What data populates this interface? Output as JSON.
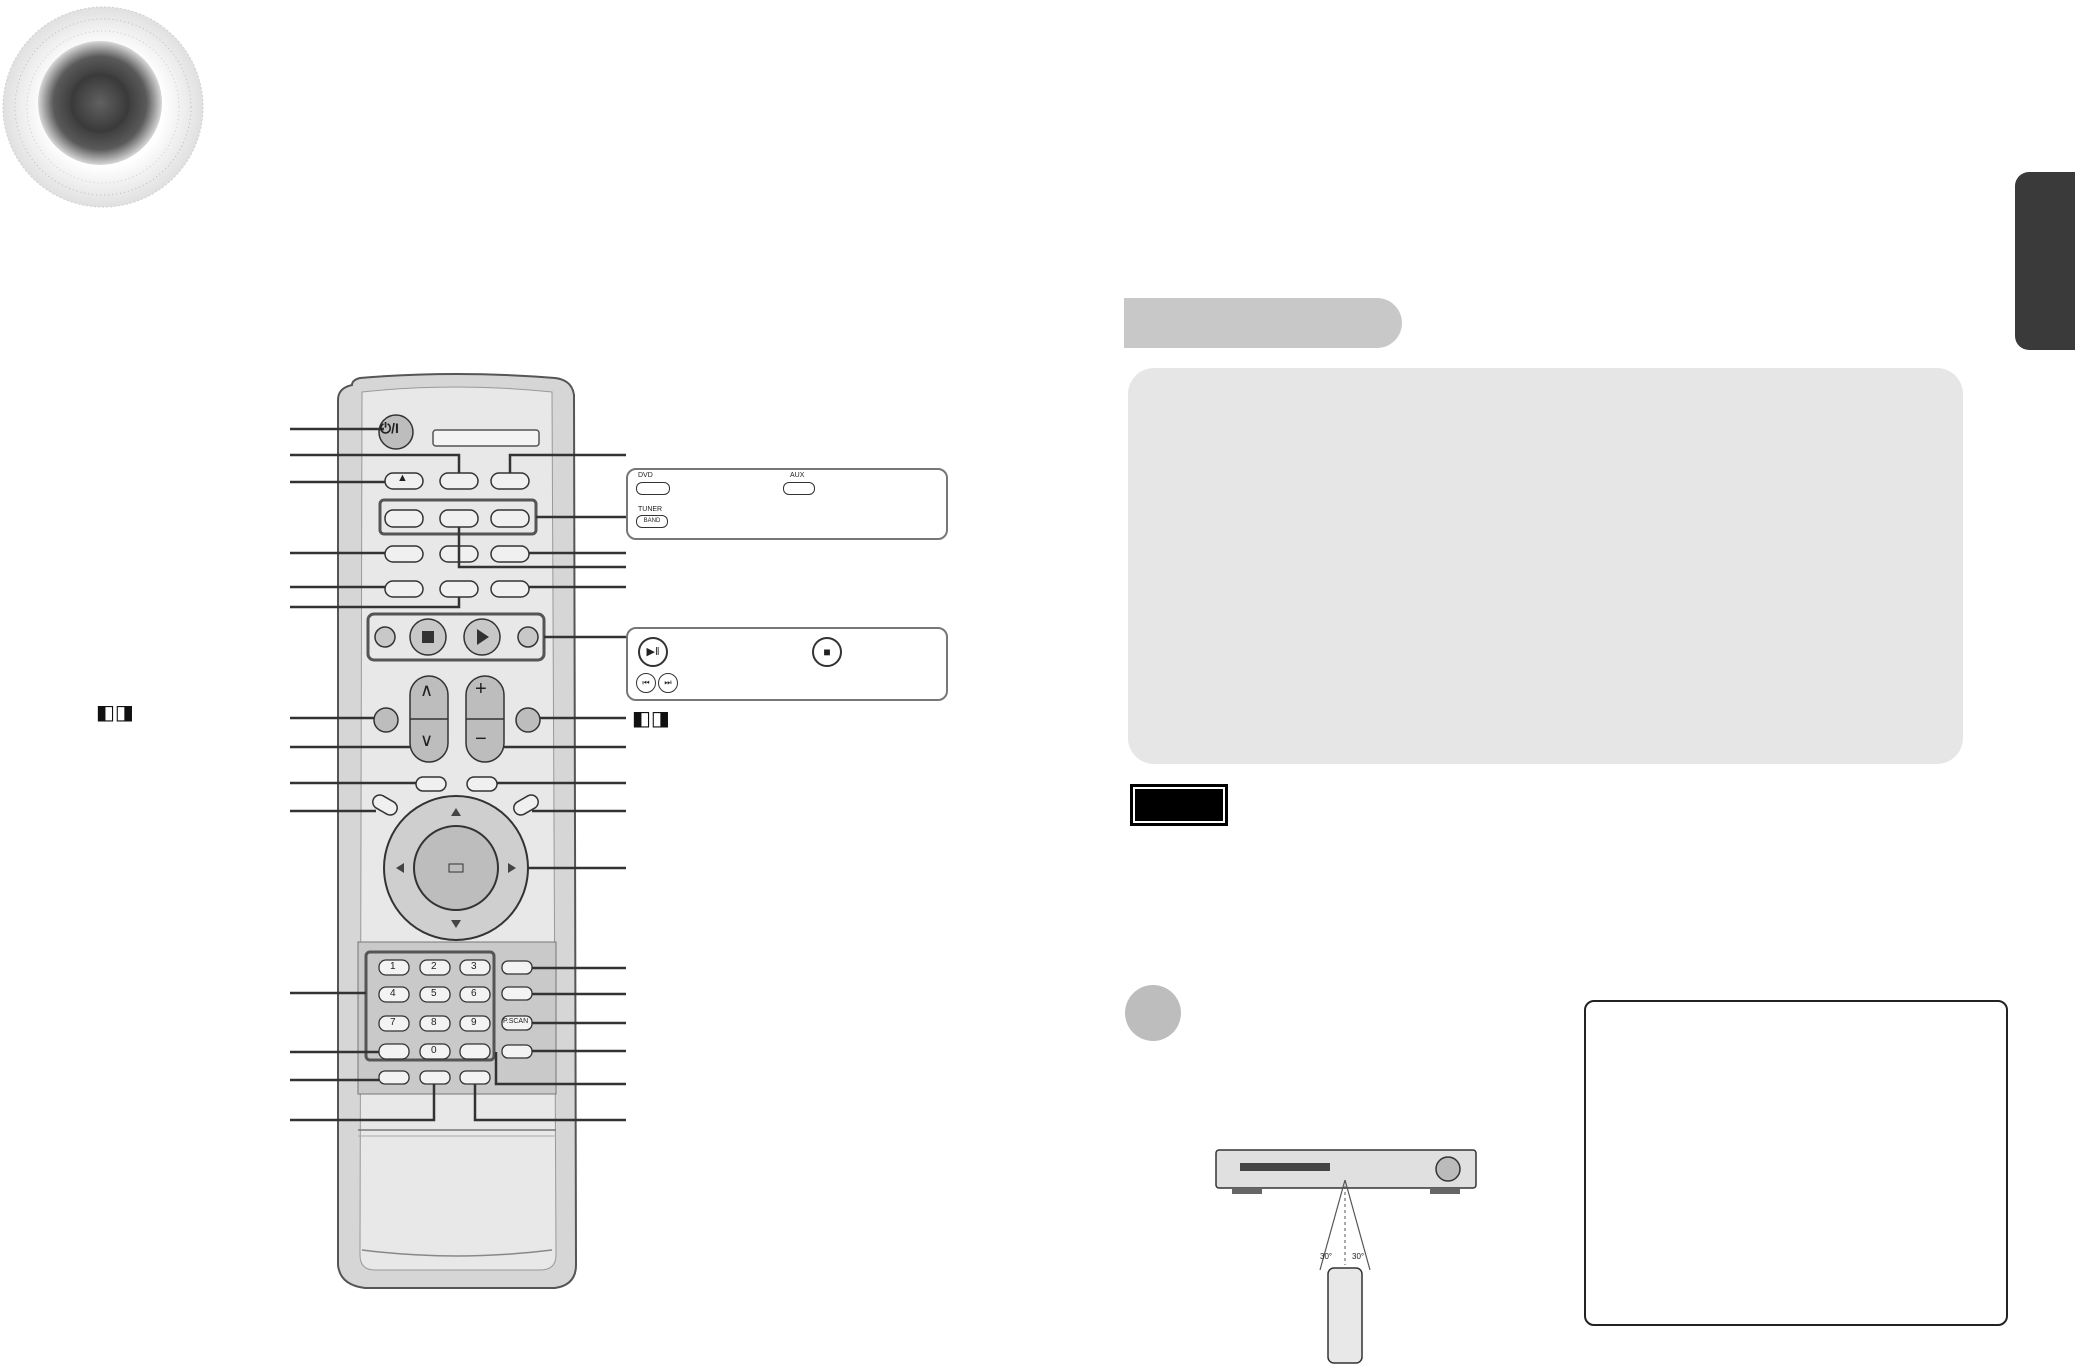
{
  "remote": {
    "keypad_numbers": [
      "1",
      "2",
      "3",
      "4",
      "5",
      "6",
      "7",
      "8",
      "9",
      "0"
    ],
    "pscan_label": "P.SCAN",
    "eject_symbol": "▲",
    "power_symbol": "⏻/I",
    "plus_symbol": "+",
    "minus_symbol": "−",
    "up_symbol": "∧",
    "down_symbol": "∨"
  },
  "callout_function": {
    "dvd_label": "DVD",
    "aux_label": "AUX",
    "tuner_label": "TUNER",
    "band_label": "BAND"
  },
  "dolby": {
    "left_symbol": "◧◨",
    "right_symbol": "◧◨"
  },
  "range_angles": [
    "30°",
    "30°"
  ]
}
